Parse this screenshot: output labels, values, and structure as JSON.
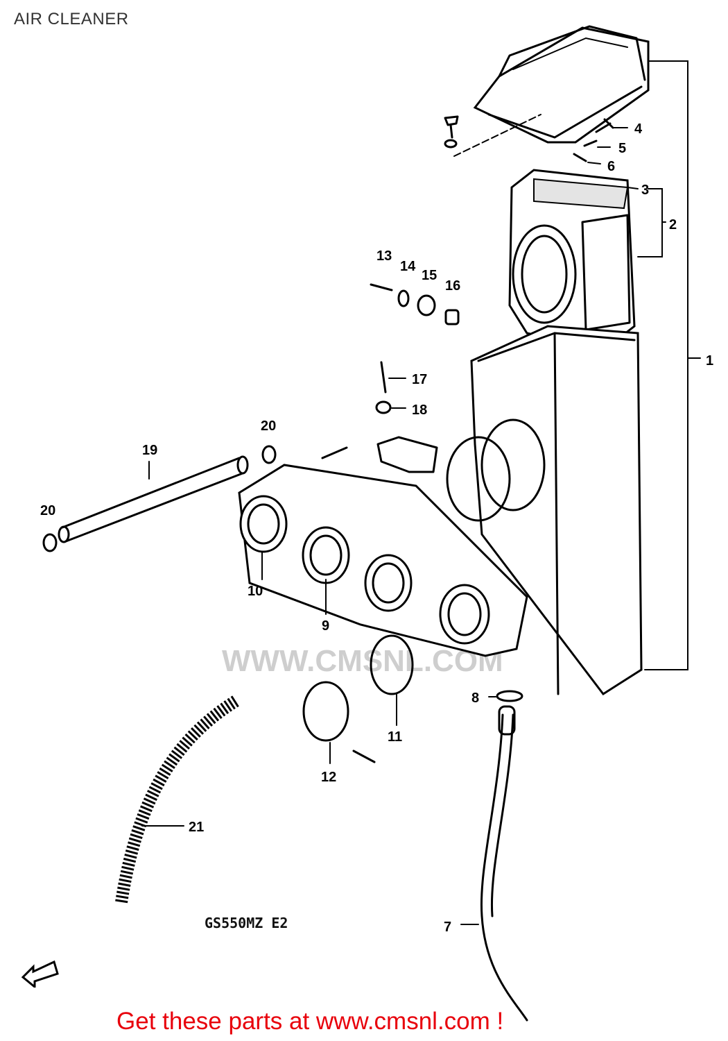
{
  "page": {
    "title": "AIR CLEANER",
    "model_code": "GS550MZ E2",
    "watermark": "WWW.CMSNL.COM",
    "footer_link": "Get these parts at www.cmsnl.com !",
    "colors": {
      "link": "#e8000b",
      "lines": "#000000",
      "title": "#333333"
    }
  },
  "callouts": [
    {
      "id": "1"
    },
    {
      "id": "2"
    },
    {
      "id": "3"
    },
    {
      "id": "4"
    },
    {
      "id": "5"
    },
    {
      "id": "6"
    },
    {
      "id": "7"
    },
    {
      "id": "8"
    },
    {
      "id": "9"
    },
    {
      "id": "10"
    },
    {
      "id": "11"
    },
    {
      "id": "12"
    },
    {
      "id": "13"
    },
    {
      "id": "14"
    },
    {
      "id": "15"
    },
    {
      "id": "16"
    },
    {
      "id": "17"
    },
    {
      "id": "18"
    },
    {
      "id": "19"
    },
    {
      "id": "20"
    },
    {
      "id": "21"
    },
    {
      "id": "20"
    }
  ]
}
